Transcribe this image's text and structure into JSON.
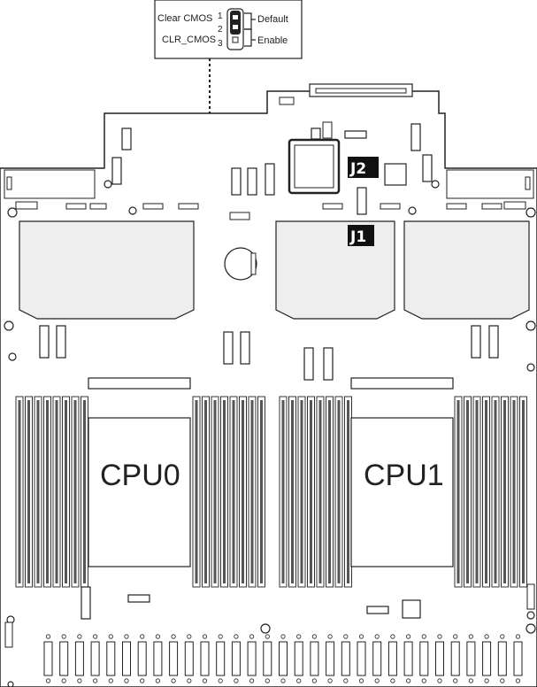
{
  "legend": {
    "line1": "Clear CMOS",
    "line2": "CLR_CMOS",
    "pin1": "1",
    "pin2": "2",
    "pin3": "3",
    "default_label": "Default",
    "enable_label": "Enable"
  },
  "jumpers": {
    "j1": "J1",
    "j2": "J2"
  },
  "cpus": {
    "cpu0": "CPU0",
    "cpu1": "CPU1"
  },
  "colors": {
    "line": "#222222",
    "fill": "#ffffff",
    "dimm": "#555555",
    "component": "#eeeeee"
  }
}
